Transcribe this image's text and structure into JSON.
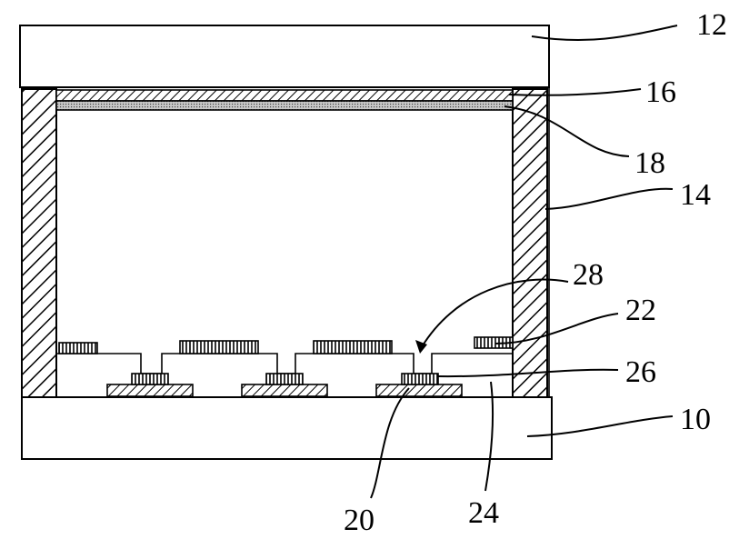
{
  "figure": {
    "labels": {
      "ref_10": "10",
      "ref_12": "12",
      "ref_14": "14",
      "ref_16": "16",
      "ref_18": "18",
      "ref_20": "20",
      "ref_22": "22",
      "ref_24": "24",
      "ref_26": "26",
      "ref_28": "28"
    },
    "colors": {
      "line": "#000000",
      "background": "#ffffff",
      "stipple": "#9a9a9a"
    }
  }
}
